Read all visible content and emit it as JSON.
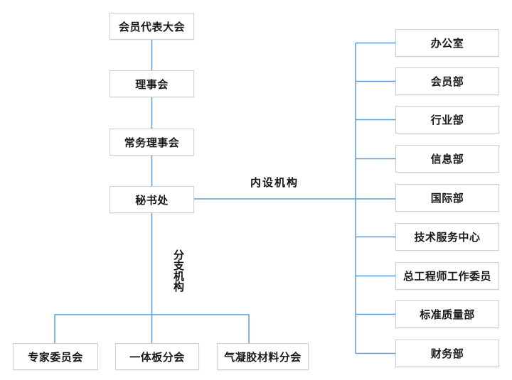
{
  "diagram_type": "org-chart",
  "nodes": {
    "left": [
      "会员代表大会",
      "理事会",
      "常务理事会",
      "秘书处"
    ],
    "bottom": [
      "专家委员会",
      "一体板分会",
      "气凝胶材料分会"
    ],
    "right": [
      "办公室",
      "会员部",
      "行业部",
      "信息部",
      "国际部",
      "技术服务中心",
      "总工程师工作委员",
      "标准质量部",
      "财务部"
    ]
  },
  "labels": {
    "internal_orgs": "内设机构",
    "branch_orgs": "分支机构"
  },
  "colors": {
    "connector": "#5b9bd5",
    "node_border": "#cfcfcf",
    "node_background": "#ffffff",
    "text": "#1a1a1a",
    "page_background": "#ffffff"
  }
}
